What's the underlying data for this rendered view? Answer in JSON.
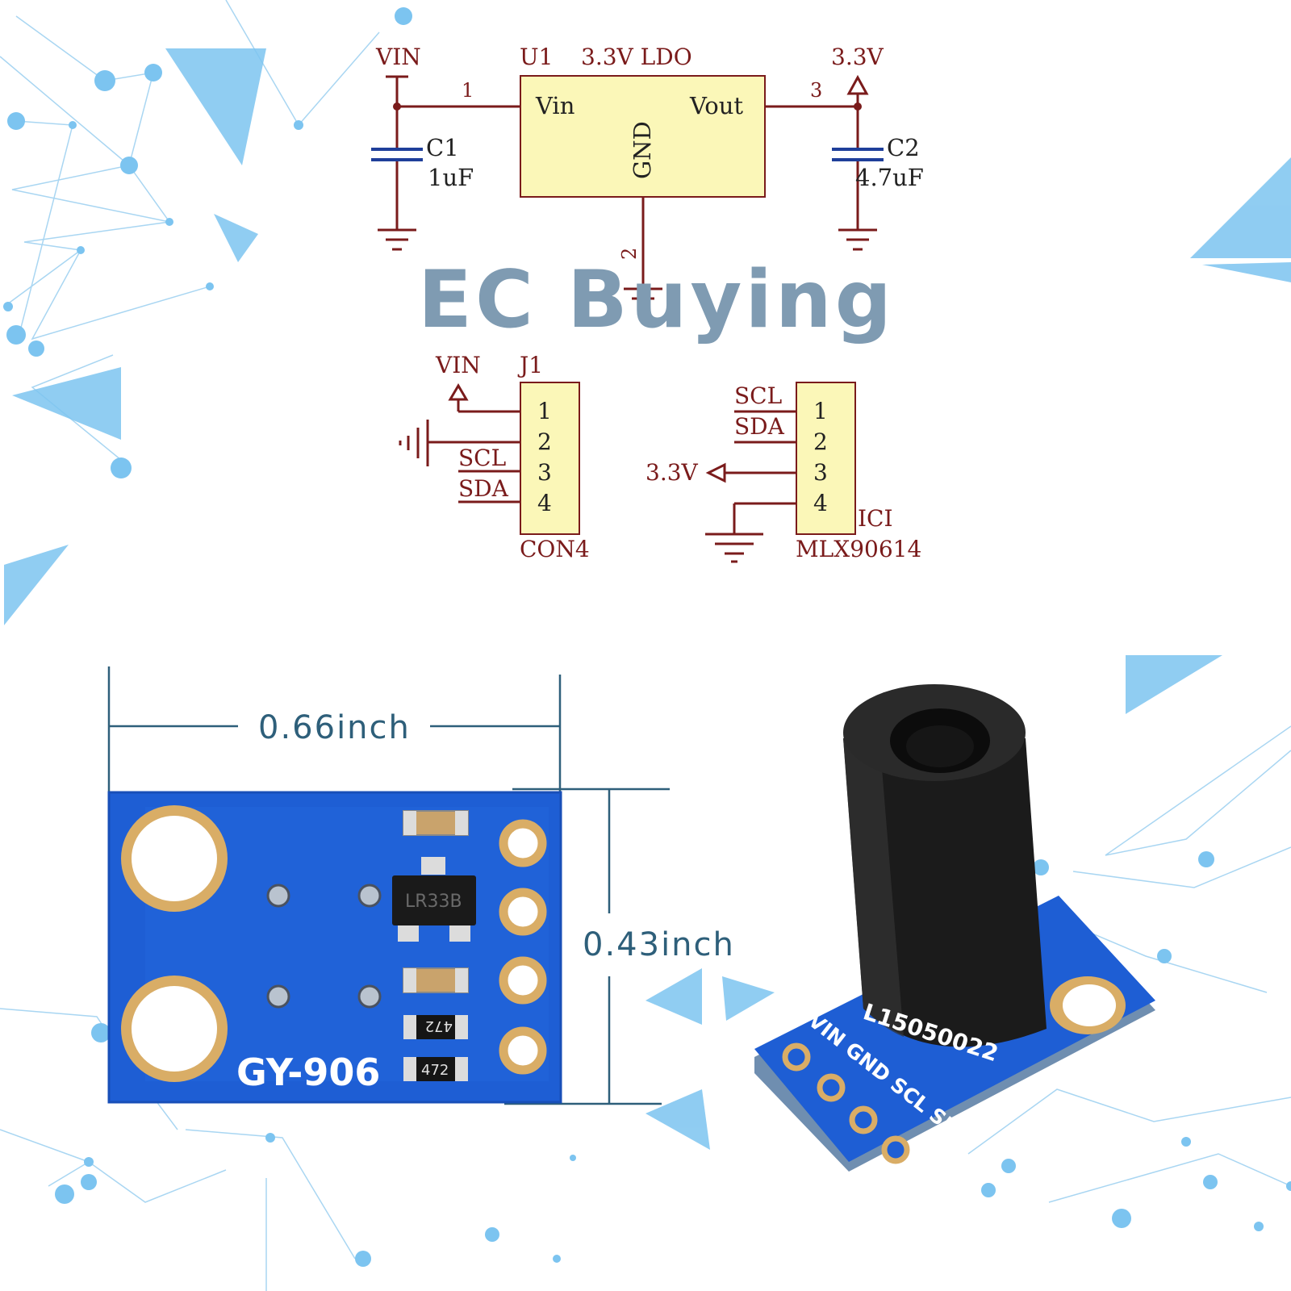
{
  "watermark": "EC Buying",
  "colors": {
    "wire": "#7a1b1b",
    "cap": "#1f3f9a",
    "ldo_fill": "#fbf7b8",
    "ldo_stroke": "#7a1b1b",
    "dimension": "#2e5f7a",
    "pcb": "#1e5ed4",
    "pad": "#d9ad66",
    "watermark": "#7f9bb2",
    "bg_accent": "#7cc4f0"
  },
  "ldo": {
    "vin_net": "VIN",
    "ref": "U1",
    "title": "3.3V LDO",
    "pin_vin": "Vin",
    "pin_vout": "Vout",
    "pin_gnd": "GND",
    "pin1": "1",
    "pin2": "2",
    "pin3": "3",
    "out_net": "3.3V",
    "c1_ref": "C1",
    "c1_val": "1uF",
    "c2_ref": "C2",
    "c2_val": "4.7uF"
  },
  "j1": {
    "ref": "J1",
    "vin_net": "VIN",
    "pins": [
      "1",
      "2",
      "3",
      "4"
    ],
    "scl": "SCL",
    "sda": "SDA",
    "name": "CON4"
  },
  "ic1": {
    "scl": "SCL",
    "sda": "SDA",
    "pins": [
      "1",
      "2",
      "3",
      "4"
    ],
    "supply": "3.3V",
    "ref": "ICI",
    "name": "MLX90614"
  },
  "board": {
    "width_label": "0.66inch",
    "height_label": "0.43inch",
    "silkscreen": "GY-906",
    "chip": "LR33B",
    "resistor1": "472",
    "resistor2": "472"
  },
  "sensor": {
    "serial": "L15050022",
    "pin_labels": "VIN GND SCL SDA"
  }
}
